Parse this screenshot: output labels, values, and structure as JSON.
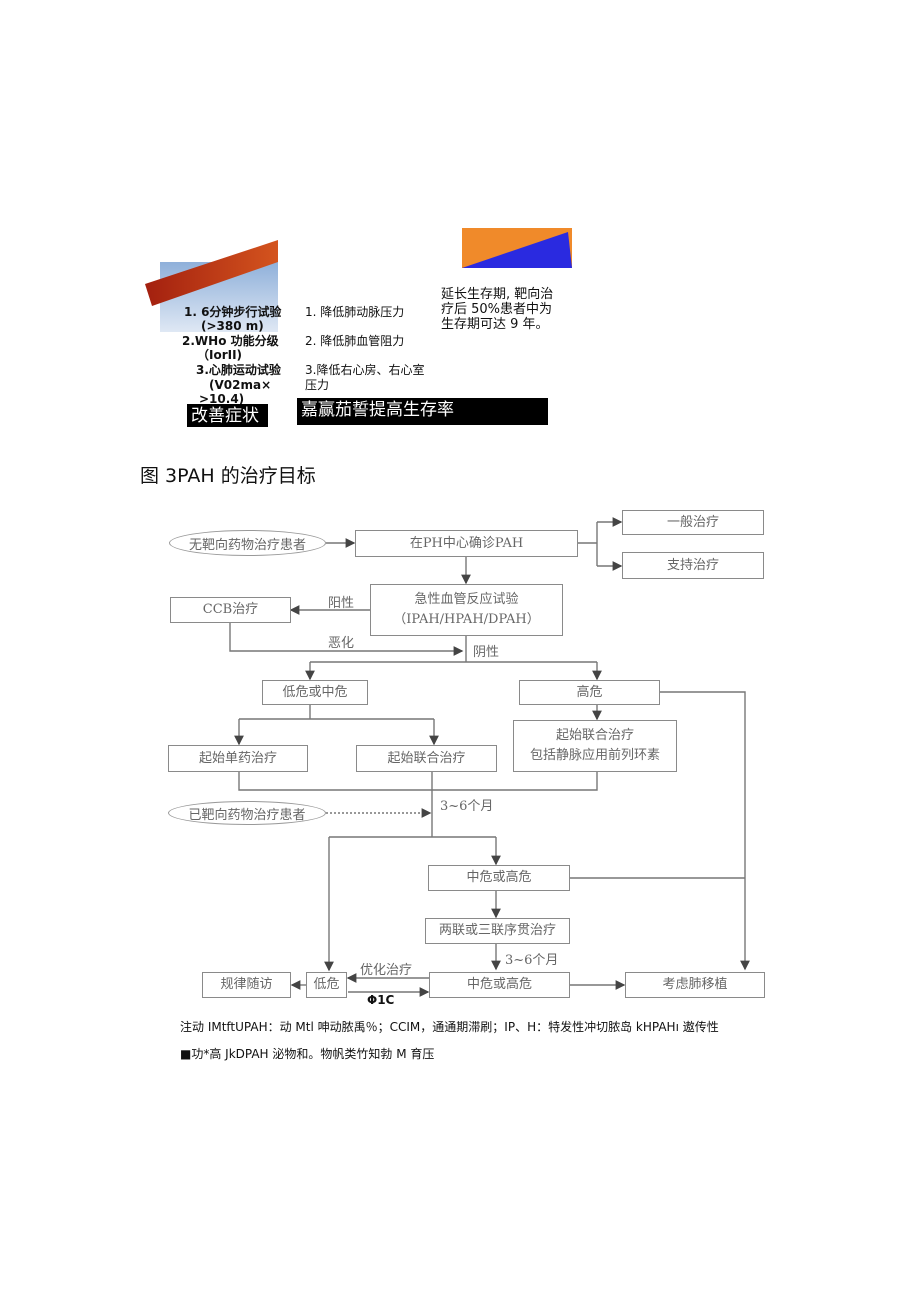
{
  "figure_top": {
    "left_column": [
      "1. 6分钟步行试验",
      "(>380 m)",
      "2.WHo 功能分级",
      "（IorII)",
      "3.心肺运动试验",
      "(V02ma×",
      ">10.4)"
    ],
    "left_banner": "改善症状",
    "middle_column": [
      "1. 降低肺动脉压力",
      "2. 降低肺血管阻力",
      "3.降低右心房、右心室",
      "压力"
    ],
    "middle_banner": "嘉赢茄誓提高生存率",
    "right_text": [
      "延长生存期, 靶向治",
      "疗后 50%患者中为",
      "生存期可达 9 年。"
    ],
    "colors": {
      "red_ribbon": "#b8361a",
      "orange": "#f08a2a",
      "blue": "#2a2ae0",
      "light_blue": "#a9c3e3"
    }
  },
  "caption": "图 3PAH 的治疗目标",
  "flowchart": {
    "start_untreated": "无靶向药物治疗患者",
    "diagnose": "在PH中心确诊PAH",
    "general": "一般治疗",
    "support": "支持治疗",
    "vaso_test": [
      "急性血管反应试验",
      "（IPAH/HPAH/DPAH）"
    ],
    "ccb": "CCB治疗",
    "positive": "阳性",
    "worsen": "恶化",
    "negative": "阴性",
    "low_mid": "低危或中危",
    "high": "高危",
    "high_combo": [
      "起始联合治疗",
      "包括静脉应用前列环素"
    ],
    "mono": "起始单药治疗",
    "combo": "起始联合治疗",
    "treated": "已靶向药物治疗患者",
    "months1": "3~6个月",
    "mid_high_1": "中危或高危",
    "seq": "两联或三联序贯治疗",
    "months2": "3~6个月",
    "follow": "规律随访",
    "low": "低危",
    "optimize": "优化治疗",
    "mid_high_2": "中危或高危",
    "transplant": "考虑肺移植",
    "fig_label": "Φ1C"
  },
  "notes": [
    "注动 IMtftUPAH：动 Mtl 呻动脓禹％；CCIM，通通期滞刷；IP、H：特发性冲切脓岛 kHPAHı 遨传性",
    "■功*高 JkDPAH 泌物和。物帆类竹知勃 M 育压"
  ]
}
